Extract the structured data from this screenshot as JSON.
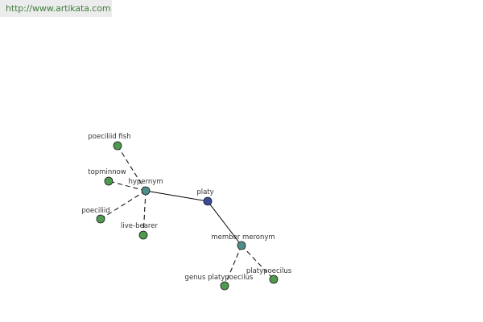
{
  "banner": {
    "url": "http://www.artikata.com"
  },
  "colors": {
    "center": "#3b4a9a",
    "relation": "#4e8f8a",
    "leaf": "#4f9a4f",
    "banner_bg": "#ececec",
    "banner_text": "#3f7d3f"
  },
  "graph": {
    "nodes": [
      {
        "id": "platy",
        "label": "platy",
        "kind": "center"
      },
      {
        "id": "hypernym",
        "label": "hypernym",
        "kind": "relation"
      },
      {
        "id": "member-meronym",
        "label": "member meronym",
        "kind": "relation"
      },
      {
        "id": "poeciliid-fish",
        "label": "poeciliid fish",
        "kind": "leaf"
      },
      {
        "id": "topminnow",
        "label": "topminnow",
        "kind": "leaf"
      },
      {
        "id": "poeciliid",
        "label": "poeciliid",
        "kind": "leaf"
      },
      {
        "id": "live-bearer",
        "label": "live-bearer",
        "kind": "leaf"
      },
      {
        "id": "genus-platypoecilus",
        "label": "genus platypoecilus",
        "kind": "leaf"
      },
      {
        "id": "platypoecilus",
        "label": "platypoecilus",
        "kind": "leaf"
      }
    ],
    "edges": [
      {
        "from": "platy",
        "to": "hypernym",
        "style": "solid"
      },
      {
        "from": "platy",
        "to": "member-meronym",
        "style": "solid"
      },
      {
        "from": "hypernym",
        "to": "poeciliid-fish",
        "style": "dashed"
      },
      {
        "from": "hypernym",
        "to": "topminnow",
        "style": "dashed"
      },
      {
        "from": "hypernym",
        "to": "poeciliid",
        "style": "dashed"
      },
      {
        "from": "hypernym",
        "to": "live-bearer",
        "style": "dashed"
      },
      {
        "from": "member-meronym",
        "to": "genus-platypoecilus",
        "style": "dashed"
      },
      {
        "from": "member-meronym",
        "to": "platypoecilus",
        "style": "dashed"
      }
    ]
  }
}
